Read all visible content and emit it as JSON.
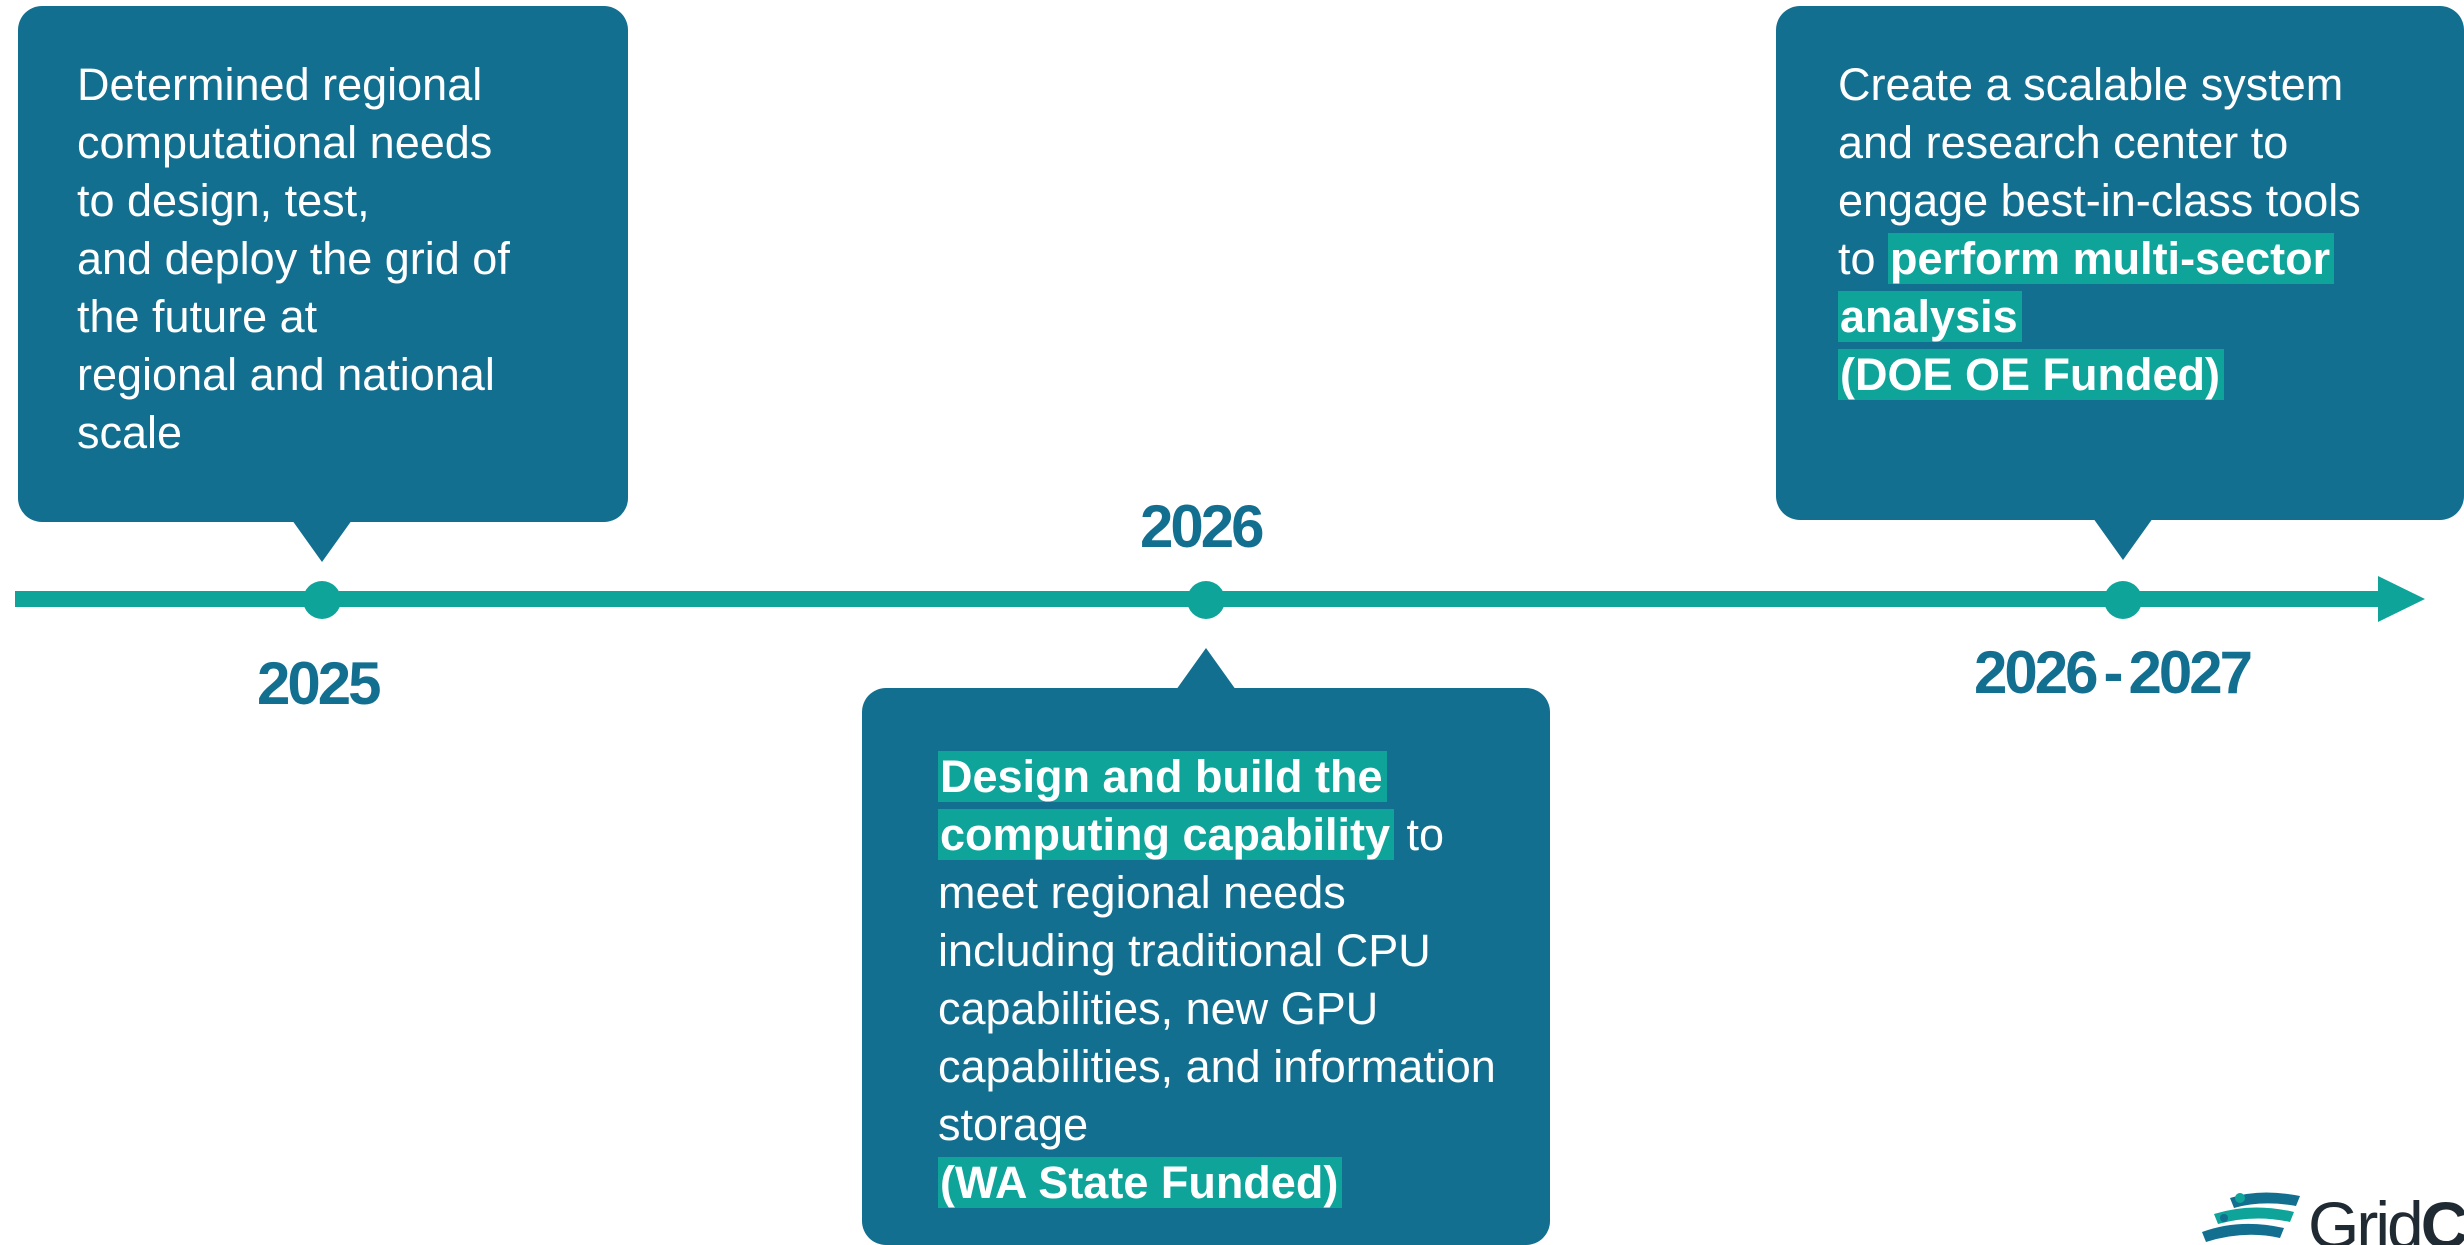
{
  "colors": {
    "card": "#126f8f",
    "timeline": "#0ea49a",
    "highlight": "#0ea49a",
    "year_text": "#126f8f",
    "card_text": "#ffffff"
  },
  "milestones": [
    {
      "year": "2025",
      "lines": [
        "Determined regional",
        "computational needs",
        "to design, test,",
        "and deploy the grid of",
        "the future at",
        "regional and national",
        "scale"
      ]
    },
    {
      "year": "2026",
      "highlight_1": "Design and build the computing capability",
      "text_1": " to meet regional needs including traditional CPU capabilities, new GPU capabilities, and information storage",
      "highlight_2": "(WA State Funded)"
    },
    {
      "year_start": "2026",
      "year_sep": "-",
      "year_end": "2027",
      "text_1": "Create a scalable system and research center to engage best-in-class tools to ",
      "highlight_1": "perform multi-sector analysis",
      "highlight_2": "(DOE OE Funded)"
    }
  ],
  "logo": {
    "icon": "gridcarbon-logo-icon",
    "text_light": "Grid",
    "text_bold": "CP"
  }
}
